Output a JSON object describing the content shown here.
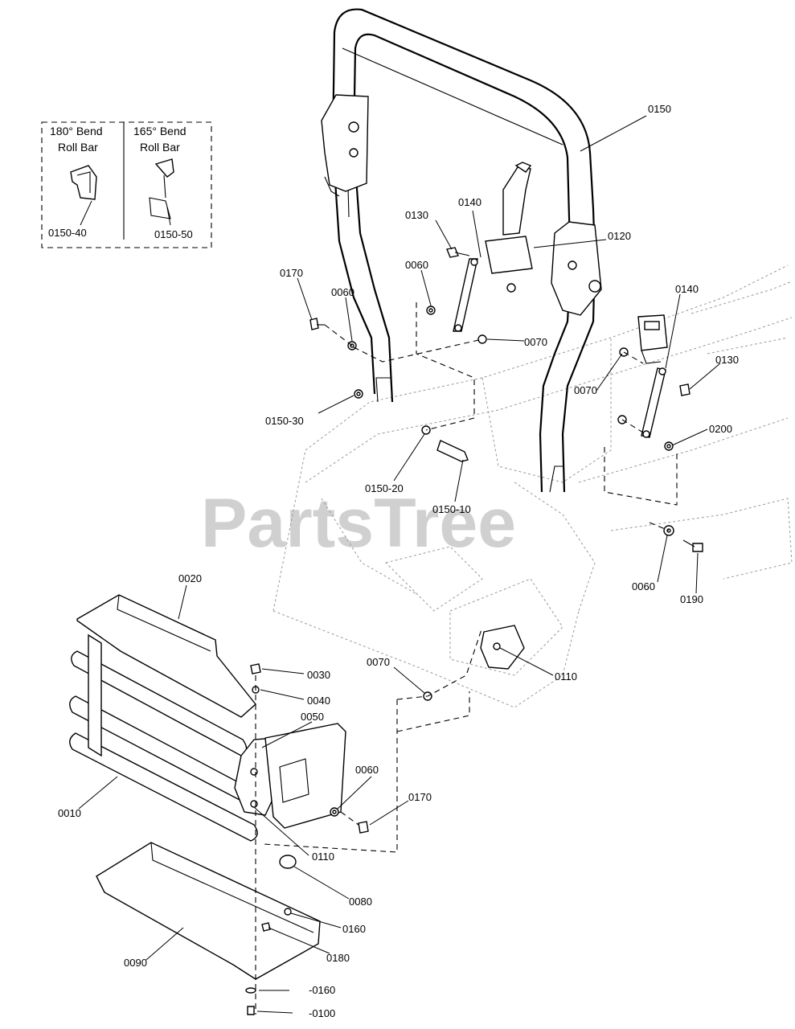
{
  "inset": {
    "left_title_1": "180° Bend",
    "left_title_2": "Roll Bar",
    "right_title_1": "165° Bend",
    "right_title_2": "Roll Bar",
    "left_part": "0150-40",
    "right_part": "0150-50"
  },
  "watermark": "PartsTree",
  "callouts": {
    "c0150": "0150",
    "c0140a": "0140",
    "c0130a": "0130",
    "c0120": "0120",
    "c0060a": "0060",
    "c0170a": "0170",
    "c0060b": "0060",
    "c0070a": "0070",
    "c0140b": "0140",
    "c0130b": "0130",
    "c0070b": "0070",
    "c0200": "0200",
    "c015030": "0150-30",
    "c015020": "0150-20",
    "c015010": "0150-10",
    "c0060c": "0060",
    "c0190": "0190",
    "c0020": "0020",
    "c0030": "0030",
    "c0040": "0040",
    "c0050": "0050",
    "c0070c": "0070",
    "c0110a": "0110",
    "c0060d": "0060",
    "c0170b": "0170",
    "c0010": "0010",
    "c0110b": "0110",
    "c0080": "0080",
    "c0160a": "0160",
    "c0180": "0180",
    "c0090": "0090",
    "c0160b": "-0160",
    "c0100": "-0100"
  }
}
